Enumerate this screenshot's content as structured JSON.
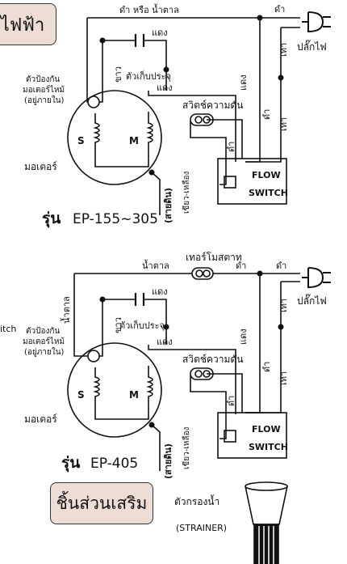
{
  "header_tag": "ไฟฟ้า",
  "side_cut_text": "itch",
  "diagram1": {
    "top_wire_label": "ดำ หรือ น้ำตาล",
    "black_top": "ดำ",
    "red_cap": "แดง",
    "gray_right": "เทา",
    "plug_label": "ปลั๊กไฟ",
    "white_label": "ขาว",
    "capacitor_label": "ตัวเก็บประจุ",
    "red_label2": "แดง",
    "protector_label": [
      "ตัวป้องกัน",
      "มอเตอร์ไหม้",
      "(อยู่ภายใน)"
    ],
    "pressure_switch": "สวิตช์ความดัน",
    "red_vertical": "แดง",
    "black_vertical": "ดำ",
    "gray_vertical": "เทา",
    "black_small": "ดำ",
    "coil_s": "S",
    "coil_m": "M",
    "motor_label": "มอเตอร์",
    "ground_label": "(สายดิน)",
    "green_yellow": "เขียว-เหลือง",
    "flow_switch": [
      "FLOW",
      "SWITCH"
    ],
    "model_prefix": "รุ่น",
    "model": "EP-155~305"
  },
  "diagram2": {
    "thermostat_label": "เทอร์โมสตาท",
    "brown_label": "น้ำตาล",
    "black_top": "ดำ",
    "black_top2": "ดำ",
    "brown_vertical": "น้ำตาล",
    "red_cap": "แดง",
    "gray_right": "เทา",
    "plug_label": "ปลั๊กไฟ",
    "white_label": "ขาว",
    "capacitor_label": "ตัวเก็บประจุ",
    "red_label2": "แดง",
    "protector_label": [
      "ตัวป้องกัน",
      "มอเตอร์ไหม้",
      "(อยู่ภายใน)"
    ],
    "pressure_switch": "สวิตช์ความดัน",
    "red_vertical": "แดง",
    "black_vertical": "ดำ",
    "gray_vertical": "เทา",
    "black_small": "ดำ",
    "coil_s": "S",
    "coil_m": "M",
    "motor_label": "มอเตอร์",
    "ground_label": "(สายดิน)",
    "green_yellow": "เขียว-เหลือง",
    "flow_switch": [
      "FLOW",
      "SWITCH"
    ],
    "model_prefix": "รุ่น",
    "model": "EP-405"
  },
  "accessories": {
    "title": "ชิ้นส่วนเสริม",
    "strainer_th": "ตัวกรองน้ำ",
    "strainer_en": "(STRAINER)"
  }
}
